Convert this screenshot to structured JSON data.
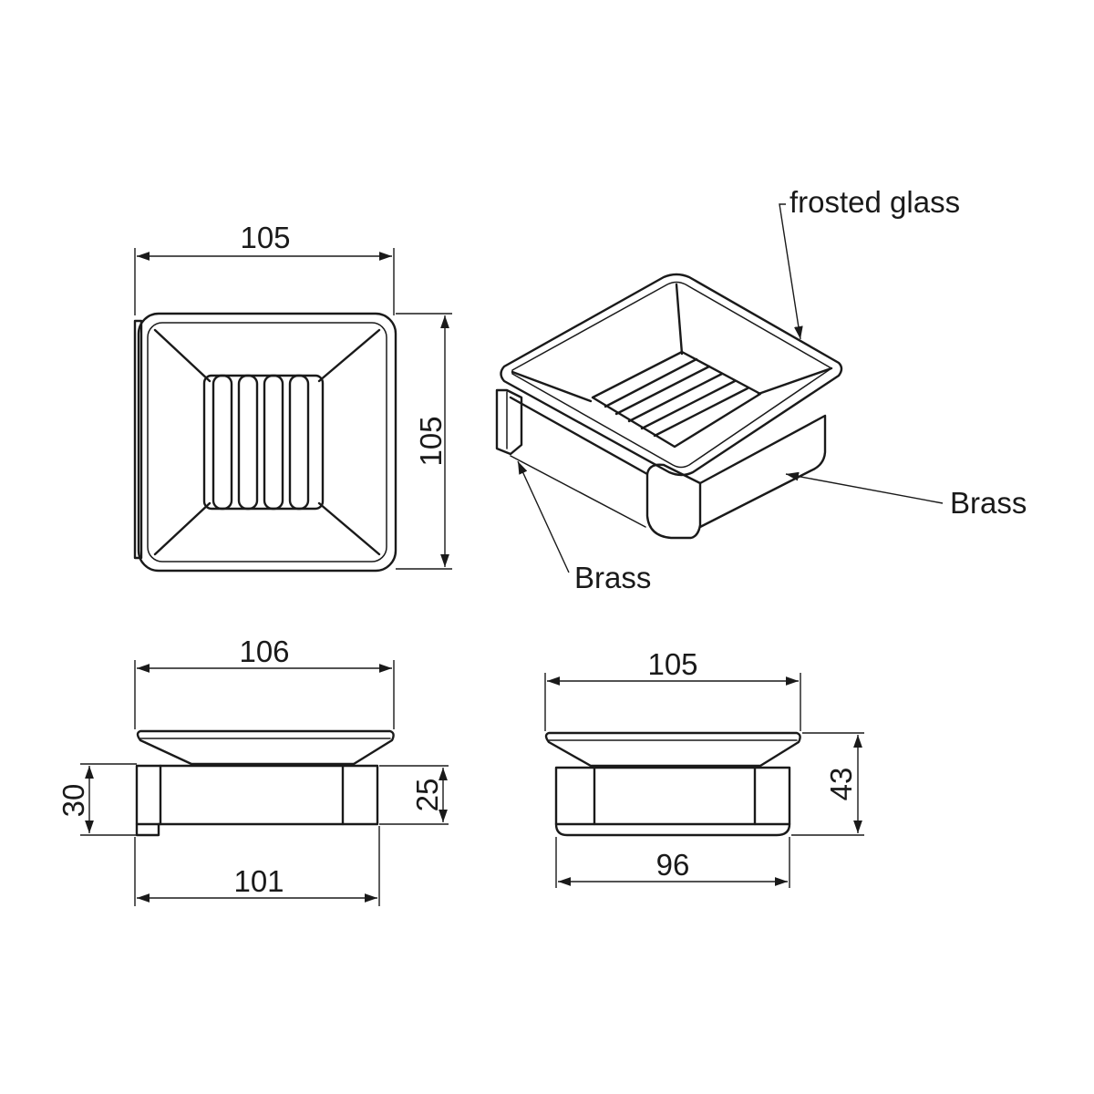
{
  "dimensions": {
    "top_view_width": "105",
    "top_view_height": "105",
    "front_width_top": "106",
    "front_width_bottom": "101",
    "front_height_left": "30",
    "front_height_right": "25",
    "side_width_top": "105",
    "side_width_bottom": "96",
    "side_height": "43"
  },
  "labels": {
    "glass": "frosted glass",
    "brass_right": "Brass",
    "brass_left": "Brass"
  }
}
